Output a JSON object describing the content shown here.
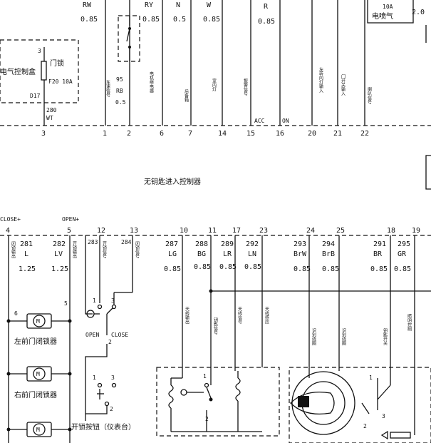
{
  "top_wires": [
    {
      "code": "RW",
      "size": "0.85"
    },
    {
      "code": "RY",
      "size": "0.85"
    },
    {
      "code": "N",
      "size": "0.5"
    },
    {
      "code": "W",
      "size": "0.85"
    },
    {
      "code": "R",
      "size": "0.85"
    }
  ],
  "top_right": {
    "fuse": "10A",
    "device": "电喷气",
    "value": "2.0"
  },
  "left_box": {
    "name": "电气控制盒",
    "pin": "3",
    "fuse_label": "门锁",
    "fuse": "F20 10A",
    "connector": "D17"
  },
  "wire_280": {
    "code": "280",
    "size": "WT"
  },
  "wire_95": {
    "code": "95",
    "color": "RB",
    "size": "0.5"
  },
  "pins_top": [
    "3",
    "1",
    "2",
    "6",
    "7",
    "14",
    "15",
    "16",
    "20",
    "21",
    "22"
  ],
  "tiny_labels": [
    "ACC",
    "ON"
  ],
  "vertical_labels_top": [
    "车速信号",
    "电机继电器",
    "后备箱",
    "室内灯",
    "报警信号",
    "左转向灯输入",
    "门开关输入",
    "喇叭信号"
  ],
  "module_title": "无钥匙进入控制器",
  "top_headers": [
    "CLOSE+",
    "OPEN+"
  ],
  "pins_bottom": [
    "4",
    "5",
    "12",
    "13",
    "10",
    "11",
    "17",
    "23",
    "24",
    "25",
    "18",
    "19"
  ],
  "bottom_wires": [
    {
      "code": "281",
      "color": "L",
      "size": "1.25"
    },
    {
      "code": "282",
      "color": "LV",
      "size": "1.25"
    },
    {
      "code": "283",
      "color": "",
      "size": ""
    },
    {
      "code": "284",
      "color": "",
      "size": ""
    },
    {
      "code": "287",
      "color": "LG",
      "size": "0.85"
    },
    {
      "code": "288",
      "color": "BG",
      "size": "0.85"
    },
    {
      "code": "289",
      "color": "LR",
      "size": "0.85"
    },
    {
      "code": "292",
      "color": "LN",
      "size": "0.85"
    },
    {
      "code": "293",
      "color": "BrW",
      "size": "0.85"
    },
    {
      "code": "294",
      "color": "BrB",
      "size": "0.85"
    },
    {
      "code": "291",
      "color": "BR",
      "size": "0.85"
    },
    {
      "code": "295",
      "color": "GR",
      "size": "0.85"
    }
  ],
  "vertical_labels_bottom": [
    "闭锁输出",
    "开锁输出",
    "开锁信号",
    "闭锁信号",
    "天线输出",
    "钥匙信号",
    "天线信号",
    "天线感应",
    "识别线圈",
    "识别线圈",
    "钥匙开关",
    "照明控制"
  ],
  "components": {
    "left_front_lock": "左前门闭锁器",
    "right_front_lock": "右前门闭锁器",
    "open": "OPEN",
    "close": "CLOSE",
    "unlock_switch": "开锁按钮（仪表台）",
    "motor_symbol": "M"
  },
  "pin_numbers": [
    "1",
    "2",
    "3",
    "5",
    "6"
  ]
}
